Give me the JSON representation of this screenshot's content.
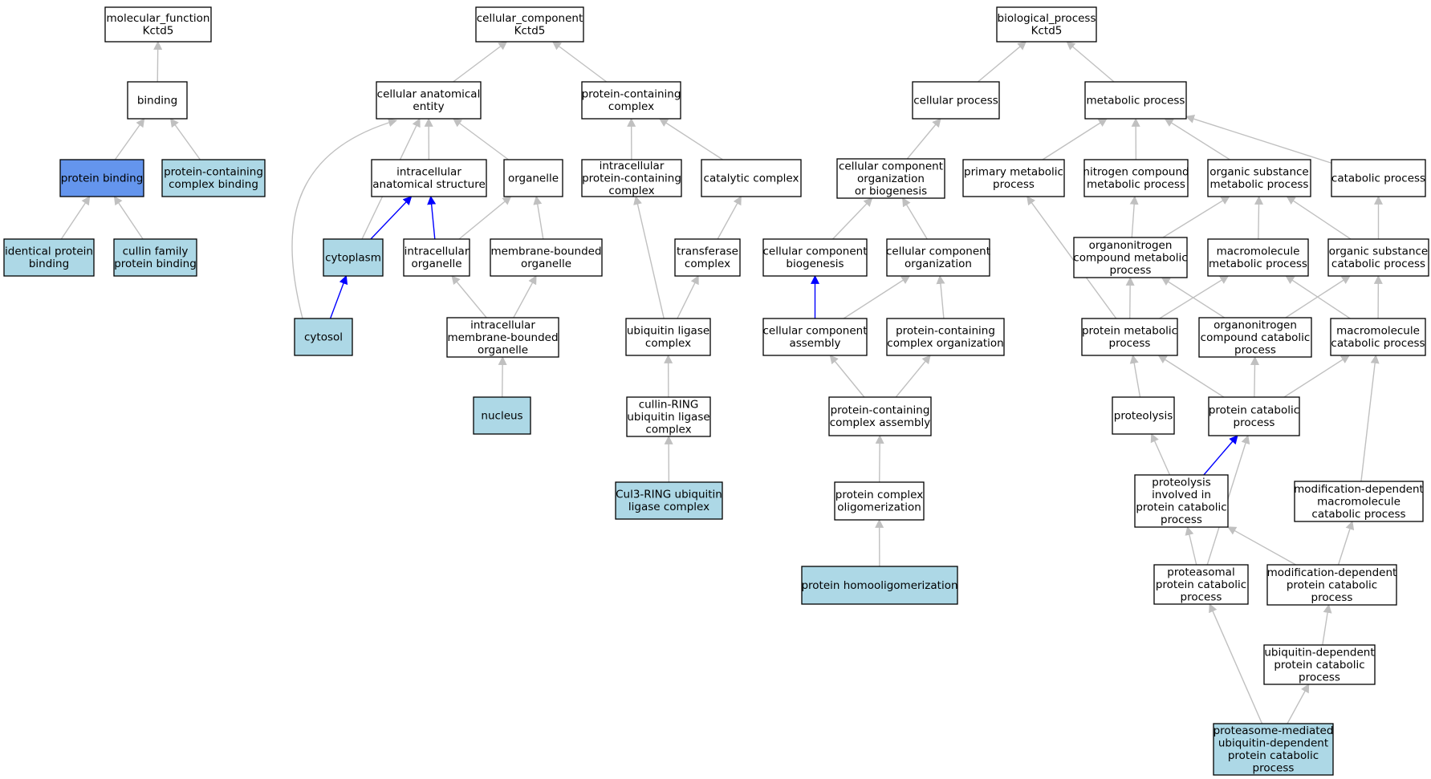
{
  "colors": {
    "default_fill": "#ffffff",
    "annotated_fill": "#add8e6",
    "highlight_fill": "#6495ed",
    "edge_gray": "#c0c0c0",
    "edge_blue": "#0000ff"
  },
  "nodes": [
    {
      "id": "mf_root",
      "lines": [
        "molecular_function",
        "Kctd5"
      ],
      "style": "default"
    },
    {
      "id": "binding",
      "lines": [
        "binding"
      ],
      "style": "default"
    },
    {
      "id": "protein_binding",
      "lines": [
        "protein binding"
      ],
      "style": "highlight"
    },
    {
      "id": "pc_complex_binding",
      "lines": [
        "protein-containing",
        "complex binding"
      ],
      "style": "annotated"
    },
    {
      "id": "identical_protein_binding",
      "lines": [
        "identical protein",
        "binding"
      ],
      "style": "annotated"
    },
    {
      "id": "cullin_family_binding",
      "lines": [
        "cullin family",
        "protein binding"
      ],
      "style": "annotated"
    },
    {
      "id": "cc_root",
      "lines": [
        "cellular_component",
        "Kctd5"
      ],
      "style": "default"
    },
    {
      "id": "cell_anat_entity",
      "lines": [
        "cellular anatomical",
        "entity"
      ],
      "style": "default"
    },
    {
      "id": "pc_complex",
      "lines": [
        "protein-containing",
        "complex"
      ],
      "style": "default"
    },
    {
      "id": "intracell_anat_struct",
      "lines": [
        "intracellular",
        "anatomical structure"
      ],
      "style": "default"
    },
    {
      "id": "organelle",
      "lines": [
        "organelle"
      ],
      "style": "default"
    },
    {
      "id": "intracell_pc_complex",
      "lines": [
        "intracellular",
        "protein-containing",
        "complex"
      ],
      "style": "default"
    },
    {
      "id": "catalytic_complex",
      "lines": [
        "catalytic complex"
      ],
      "style": "default"
    },
    {
      "id": "cytoplasm",
      "lines": [
        "cytoplasm"
      ],
      "style": "annotated"
    },
    {
      "id": "intracell_organelle",
      "lines": [
        "intracellular",
        "organelle"
      ],
      "style": "default"
    },
    {
      "id": "membrane_bounded_organelle",
      "lines": [
        "membrane-bounded",
        "organelle"
      ],
      "style": "default"
    },
    {
      "id": "transferase_complex",
      "lines": [
        "transferase",
        "complex"
      ],
      "style": "default"
    },
    {
      "id": "cytosol",
      "lines": [
        "cytosol"
      ],
      "style": "annotated"
    },
    {
      "id": "intracell_mb_organelle",
      "lines": [
        "intracellular",
        "membrane-bounded",
        "organelle"
      ],
      "style": "default"
    },
    {
      "id": "ub_ligase_complex",
      "lines": [
        "ubiquitin ligase",
        "complex"
      ],
      "style": "default"
    },
    {
      "id": "nucleus",
      "lines": [
        "nucleus"
      ],
      "style": "annotated"
    },
    {
      "id": "cullin_ring",
      "lines": [
        "cullin-RING",
        "ubiquitin ligase",
        "complex"
      ],
      "style": "default"
    },
    {
      "id": "cul3_ring",
      "lines": [
        "Cul3-RING ubiquitin",
        "ligase complex"
      ],
      "style": "annotated"
    },
    {
      "id": "bp_root",
      "lines": [
        "biological_process",
        "Kctd5"
      ],
      "style": "default"
    },
    {
      "id": "cellular_process",
      "lines": [
        "cellular process"
      ],
      "style": "default"
    },
    {
      "id": "metabolic_process",
      "lines": [
        "metabolic process"
      ],
      "style": "default"
    },
    {
      "id": "cc_org_biogenesis",
      "lines": [
        "cellular component",
        "organization",
        "or biogenesis"
      ],
      "style": "default"
    },
    {
      "id": "primary_metabolic",
      "lines": [
        "primary metabolic",
        "process"
      ],
      "style": "default"
    },
    {
      "id": "nitrogen_compound_metabolic",
      "lines": [
        "nitrogen compound",
        "metabolic process"
      ],
      "style": "default"
    },
    {
      "id": "organic_substance_metabolic",
      "lines": [
        "organic substance",
        "metabolic process"
      ],
      "style": "default"
    },
    {
      "id": "catabolic_process",
      "lines": [
        "catabolic process"
      ],
      "style": "default"
    },
    {
      "id": "cc_biogenesis",
      "lines": [
        "cellular component",
        "biogenesis"
      ],
      "style": "default"
    },
    {
      "id": "cc_organization",
      "lines": [
        "cellular component",
        "organization"
      ],
      "style": "default"
    },
    {
      "id": "organonitrogen_metabolic",
      "lines": [
        "organonitrogen",
        "compound metabolic",
        "process"
      ],
      "style": "default"
    },
    {
      "id": "macromolecule_metabolic",
      "lines": [
        "macromolecule",
        "metabolic process"
      ],
      "style": "default"
    },
    {
      "id": "organic_substance_catabolic",
      "lines": [
        "organic substance",
        "catabolic process"
      ],
      "style": "default"
    },
    {
      "id": "cc_assembly",
      "lines": [
        "cellular component",
        "assembly"
      ],
      "style": "default"
    },
    {
      "id": "pc_complex_organization",
      "lines": [
        "protein-containing",
        "complex organization"
      ],
      "style": "default"
    },
    {
      "id": "protein_metabolic",
      "lines": [
        "protein metabolic",
        "process"
      ],
      "style": "default"
    },
    {
      "id": "organonitrogen_catabolic",
      "lines": [
        "organonitrogen",
        "compound catabolic",
        "process"
      ],
      "style": "default"
    },
    {
      "id": "macromolecule_catabolic",
      "lines": [
        "macromolecule",
        "catabolic process"
      ],
      "style": "default"
    },
    {
      "id": "pc_complex_assembly",
      "lines": [
        "protein-containing",
        "complex assembly"
      ],
      "style": "default"
    },
    {
      "id": "proteolysis",
      "lines": [
        "proteolysis"
      ],
      "style": "default"
    },
    {
      "id": "protein_catabolic",
      "lines": [
        "protein catabolic",
        "process"
      ],
      "style": "default"
    },
    {
      "id": "protein_complex_oligomerization",
      "lines": [
        "protein complex",
        "oligomerization"
      ],
      "style": "default"
    },
    {
      "id": "proteolysis_in_catabolic",
      "lines": [
        "proteolysis",
        "involved in",
        "protein catabolic",
        "process"
      ],
      "style": "default"
    },
    {
      "id": "mod_dep_macromolecule_catabolic",
      "lines": [
        "modification-dependent",
        "macromolecule",
        "catabolic process"
      ],
      "style": "default"
    },
    {
      "id": "protein_homooligomerization",
      "lines": [
        "protein homooligomerization"
      ],
      "style": "annotated"
    },
    {
      "id": "proteasomal_catabolic",
      "lines": [
        "proteasomal",
        "protein catabolic",
        "process"
      ],
      "style": "default"
    },
    {
      "id": "mod_dep_protein_catabolic",
      "lines": [
        "modification-dependent",
        "protein catabolic",
        "process"
      ],
      "style": "default"
    },
    {
      "id": "ub_dep_protein_catabolic",
      "lines": [
        "ubiquitin-dependent",
        "protein catabolic",
        "process"
      ],
      "style": "default"
    },
    {
      "id": "proteasome_mediated",
      "lines": [
        "proteasome-mediated",
        "ubiquitin-dependent",
        "protein catabolic",
        "process"
      ],
      "style": "annotated"
    }
  ],
  "edges": [
    {
      "from": "binding",
      "to": "mf_root",
      "color": "gray"
    },
    {
      "from": "protein_binding",
      "to": "binding",
      "color": "gray"
    },
    {
      "from": "pc_complex_binding",
      "to": "binding",
      "color": "gray"
    },
    {
      "from": "identical_protein_binding",
      "to": "protein_binding",
      "color": "gray"
    },
    {
      "from": "cullin_family_binding",
      "to": "protein_binding",
      "color": "gray"
    },
    {
      "from": "cell_anat_entity",
      "to": "cc_root",
      "color": "gray"
    },
    {
      "from": "pc_complex",
      "to": "cc_root",
      "color": "gray"
    },
    {
      "from": "intracell_anat_struct",
      "to": "cell_anat_entity",
      "color": "gray"
    },
    {
      "from": "organelle",
      "to": "cell_anat_entity",
      "color": "gray"
    },
    {
      "from": "cytoplasm",
      "to": "cell_anat_entity",
      "color": "gray"
    },
    {
      "from": "cytosol",
      "to": "cell_anat_entity",
      "color": "gray",
      "curve": true
    },
    {
      "from": "cytoplasm",
      "to": "intracell_anat_struct",
      "color": "blue"
    },
    {
      "from": "intracell_organelle",
      "to": "intracell_anat_struct",
      "color": "blue"
    },
    {
      "from": "cytosol",
      "to": "cytoplasm",
      "color": "blue"
    },
    {
      "from": "intracell_organelle",
      "to": "organelle",
      "color": "gray"
    },
    {
      "from": "membrane_bounded_organelle",
      "to": "organelle",
      "color": "gray"
    },
    {
      "from": "intracell_mb_organelle",
      "to": "intracell_organelle",
      "color": "gray"
    },
    {
      "from": "intracell_mb_organelle",
      "to": "membrane_bounded_organelle",
      "color": "gray"
    },
    {
      "from": "nucleus",
      "to": "intracell_mb_organelle",
      "color": "gray"
    },
    {
      "from": "intracell_pc_complex",
      "to": "pc_complex",
      "color": "gray"
    },
    {
      "from": "catalytic_complex",
      "to": "pc_complex",
      "color": "gray"
    },
    {
      "from": "transferase_complex",
      "to": "catalytic_complex",
      "color": "gray"
    },
    {
      "from": "ub_ligase_complex",
      "to": "intracell_pc_complex",
      "color": "gray"
    },
    {
      "from": "ub_ligase_complex",
      "to": "transferase_complex",
      "color": "gray"
    },
    {
      "from": "cullin_ring",
      "to": "ub_ligase_complex",
      "color": "gray"
    },
    {
      "from": "cul3_ring",
      "to": "cullin_ring",
      "color": "gray"
    },
    {
      "from": "cellular_process",
      "to": "bp_root",
      "color": "gray"
    },
    {
      "from": "metabolic_process",
      "to": "bp_root",
      "color": "gray"
    },
    {
      "from": "cc_org_biogenesis",
      "to": "cellular_process",
      "color": "gray"
    },
    {
      "from": "primary_metabolic",
      "to": "metabolic_process",
      "color": "gray"
    },
    {
      "from": "nitrogen_compound_metabolic",
      "to": "metabolic_process",
      "color": "gray"
    },
    {
      "from": "organic_substance_metabolic",
      "to": "metabolic_process",
      "color": "gray"
    },
    {
      "from": "catabolic_process",
      "to": "metabolic_process",
      "color": "gray"
    },
    {
      "from": "cc_biogenesis",
      "to": "cc_org_biogenesis",
      "color": "gray"
    },
    {
      "from": "cc_organization",
      "to": "cc_org_biogenesis",
      "color": "gray"
    },
    {
      "from": "cc_assembly",
      "to": "cc_biogenesis",
      "color": "blue"
    },
    {
      "from": "cc_assembly",
      "to": "cc_organization",
      "color": "gray"
    },
    {
      "from": "pc_complex_organization",
      "to": "cc_organization",
      "color": "gray"
    },
    {
      "from": "pc_complex_assembly",
      "to": "cc_assembly",
      "color": "gray"
    },
    {
      "from": "pc_complex_assembly",
      "to": "pc_complex_organization",
      "color": "gray"
    },
    {
      "from": "protein_complex_oligomerization",
      "to": "pc_complex_assembly",
      "color": "gray"
    },
    {
      "from": "protein_homooligomerization",
      "to": "protein_complex_oligomerization",
      "color": "gray"
    },
    {
      "from": "organonitrogen_metabolic",
      "to": "nitrogen_compound_metabolic",
      "color": "gray"
    },
    {
      "from": "organonitrogen_metabolic",
      "to": "organic_substance_metabolic",
      "color": "gray"
    },
    {
      "from": "macromolecule_metabolic",
      "to": "organic_substance_metabolic",
      "color": "gray"
    },
    {
      "from": "organic_substance_catabolic",
      "to": "organic_substance_metabolic",
      "color": "gray"
    },
    {
      "from": "organic_substance_catabolic",
      "to": "catabolic_process",
      "color": "gray"
    },
    {
      "from": "protein_metabolic",
      "to": "primary_metabolic",
      "color": "gray"
    },
    {
      "from": "protein_metabolic",
      "to": "organonitrogen_metabolic",
      "color": "gray"
    },
    {
      "from": "protein_metabolic",
      "to": "macromolecule_metabolic",
      "color": "gray"
    },
    {
      "from": "organonitrogen_catabolic",
      "to": "organonitrogen_metabolic",
      "color": "gray"
    },
    {
      "from": "organonitrogen_catabolic",
      "to": "organic_substance_catabolic",
      "color": "gray"
    },
    {
      "from": "macromolecule_catabolic",
      "to": "macromolecule_metabolic",
      "color": "gray"
    },
    {
      "from": "macromolecule_catabolic",
      "to": "organic_substance_catabolic",
      "color": "gray"
    },
    {
      "from": "proteolysis",
      "to": "protein_metabolic",
      "color": "gray"
    },
    {
      "from": "protein_catabolic",
      "to": "protein_metabolic",
      "color": "gray"
    },
    {
      "from": "protein_catabolic",
      "to": "organonitrogen_catabolic",
      "color": "gray"
    },
    {
      "from": "protein_catabolic",
      "to": "macromolecule_catabolic",
      "color": "gray"
    },
    {
      "from": "proteolysis_in_catabolic",
      "to": "proteolysis",
      "color": "gray"
    },
    {
      "from": "proteolysis_in_catabolic",
      "to": "protein_catabolic",
      "color": "blue"
    },
    {
      "from": "mod_dep_macromolecule_catabolic",
      "to": "macromolecule_catabolic",
      "color": "gray"
    },
    {
      "from": "proteasomal_catabolic",
      "to": "proteolysis_in_catabolic",
      "color": "gray"
    },
    {
      "from": "proteasomal_catabolic",
      "to": "protein_catabolic",
      "color": "gray"
    },
    {
      "from": "mod_dep_protein_catabolic",
      "to": "proteolysis_in_catabolic",
      "color": "gray"
    },
    {
      "from": "mod_dep_protein_catabolic",
      "to": "mod_dep_macromolecule_catabolic",
      "color": "gray"
    },
    {
      "from": "ub_dep_protein_catabolic",
      "to": "mod_dep_protein_catabolic",
      "color": "gray"
    },
    {
      "from": "proteasome_mediated",
      "to": "proteasomal_catabolic",
      "color": "gray"
    },
    {
      "from": "proteasome_mediated",
      "to": "ub_dep_protein_catabolic",
      "color": "gray"
    }
  ]
}
